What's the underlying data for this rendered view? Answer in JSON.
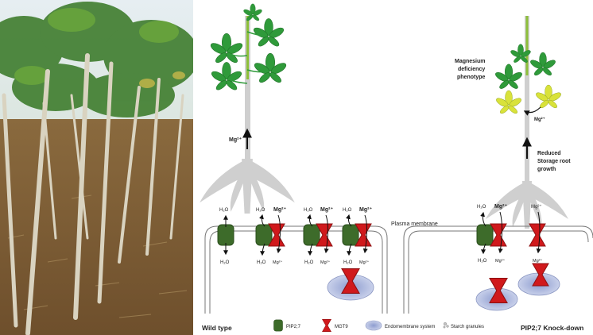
{
  "photo": {
    "description_icon": "cassava-field-photo"
  },
  "panels": {
    "wild_type": {
      "title": "Wild type",
      "mg_transport_label": "Mg²⁺",
      "membrane_label": "Plasma membrane"
    },
    "knockdown": {
      "title": "PIP2;7 Knock-down",
      "phenotype_label_1": "Magnesium",
      "phenotype_label_2": "deficiency",
      "phenotype_label_3": "phenotype",
      "mg_label": "Mg²⁺",
      "reduced_label_1": "Reduced",
      "reduced_label_2": "Storage root",
      "reduced_label_3": "growth"
    }
  },
  "channel_labels": {
    "water": "H₂O",
    "mg": "Mg²⁺",
    "mg_small": "Mg²⁺"
  },
  "legend": {
    "pip": "PIP2;7",
    "mgt": "MGT9",
    "endo": "Endomembrane system",
    "starch": "Starch granules"
  },
  "colors": {
    "pip_green": "#3d6b2a",
    "mgt_red": "#d0191c",
    "leaf_green": "#2f9a3a",
    "leaf_yellow": "#d9e23a",
    "endo_blue": "#aeb9de",
    "root_gray": "#cfcfcf"
  }
}
